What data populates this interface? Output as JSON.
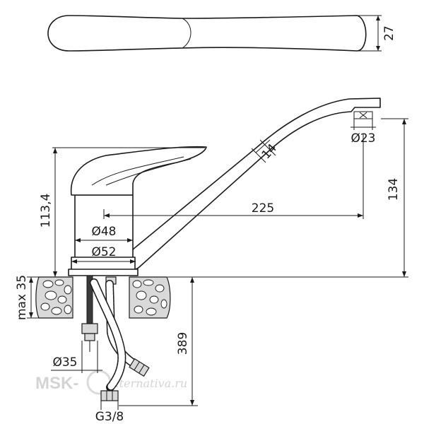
{
  "dimensions": {
    "handle_width": "27",
    "aerator_diameter": "Ø23",
    "pipe_diameter": "14",
    "total_height": "134",
    "body_height": "113,4",
    "reach": "225",
    "body_diameter": "Ø48",
    "base_diameter": "Ø52",
    "max_counter_thickness": "max 35",
    "hose_length": "389",
    "stud_diameter": "Ø35",
    "connection_thread": "G3/8"
  },
  "watermark": {
    "brand": "MSK-",
    "site": "alternativa.ru"
  }
}
